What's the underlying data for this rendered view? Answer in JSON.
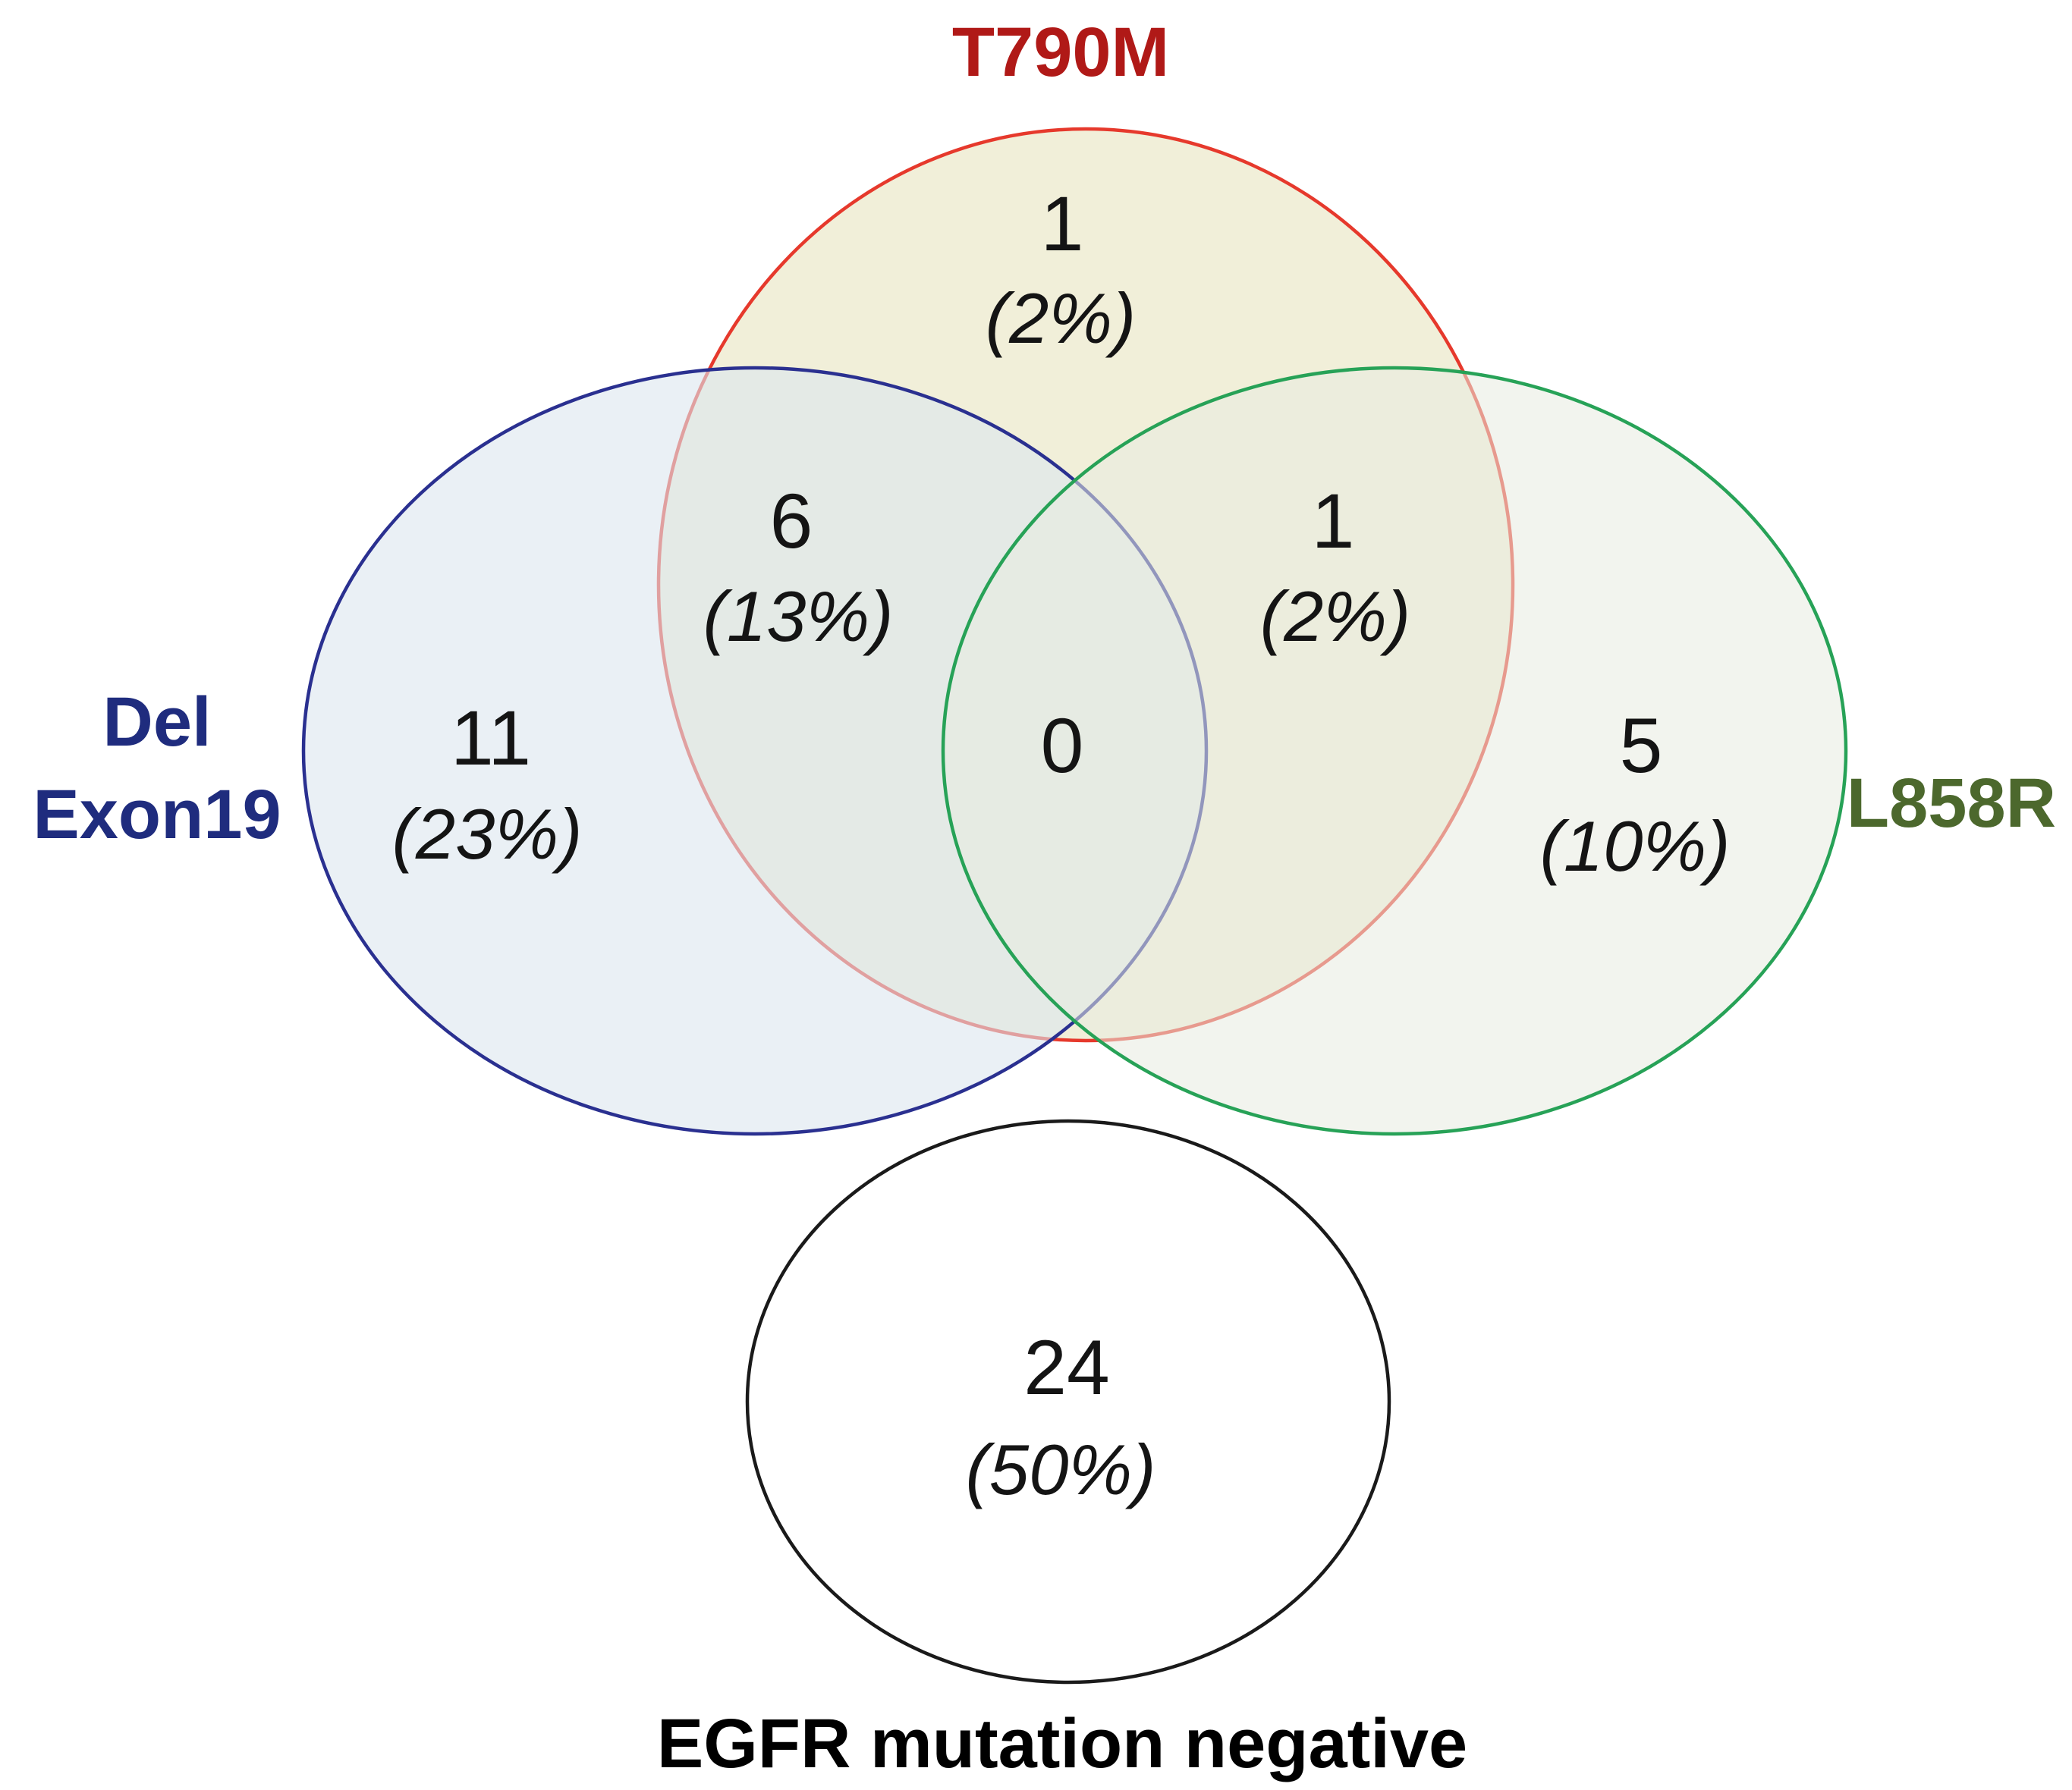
{
  "venn": {
    "background": "#ffffff",
    "sets": {
      "t790m": {
        "label": "T790M",
        "label_color": "#B01917",
        "stroke": "#E6392C",
        "fill": "#EEECD2"
      },
      "del_exon19": {
        "label_line1": "Del",
        "label_line2": "Exon19",
        "label_color": "#1F2C7E",
        "stroke": "#2A3090",
        "fill": "#DCE6EE"
      },
      "l858r": {
        "label": "L858R",
        "label_color": "#4C682D",
        "stroke": "#27A257",
        "fill": "#E8EBE0"
      },
      "egfr_negative": {
        "label": "EGFR mutation negative",
        "label_color": "#000000",
        "stroke": "#1A1A1A",
        "fill": "#FFFFFF"
      }
    },
    "regions": {
      "t790m_only": {
        "count": "1",
        "percent": "(2%)"
      },
      "del_and_t790m": {
        "count": "6",
        "percent": "(13%)"
      },
      "t790m_and_l858r": {
        "count": "1",
        "percent": "(2%)"
      },
      "del_only": {
        "count": "11",
        "percent": "(23%)"
      },
      "all_three": {
        "count": "0"
      },
      "l858r_only": {
        "count": "5",
        "percent": "(10%)"
      },
      "egfr_negative": {
        "count": "24",
        "percent": "(50%)"
      }
    }
  }
}
